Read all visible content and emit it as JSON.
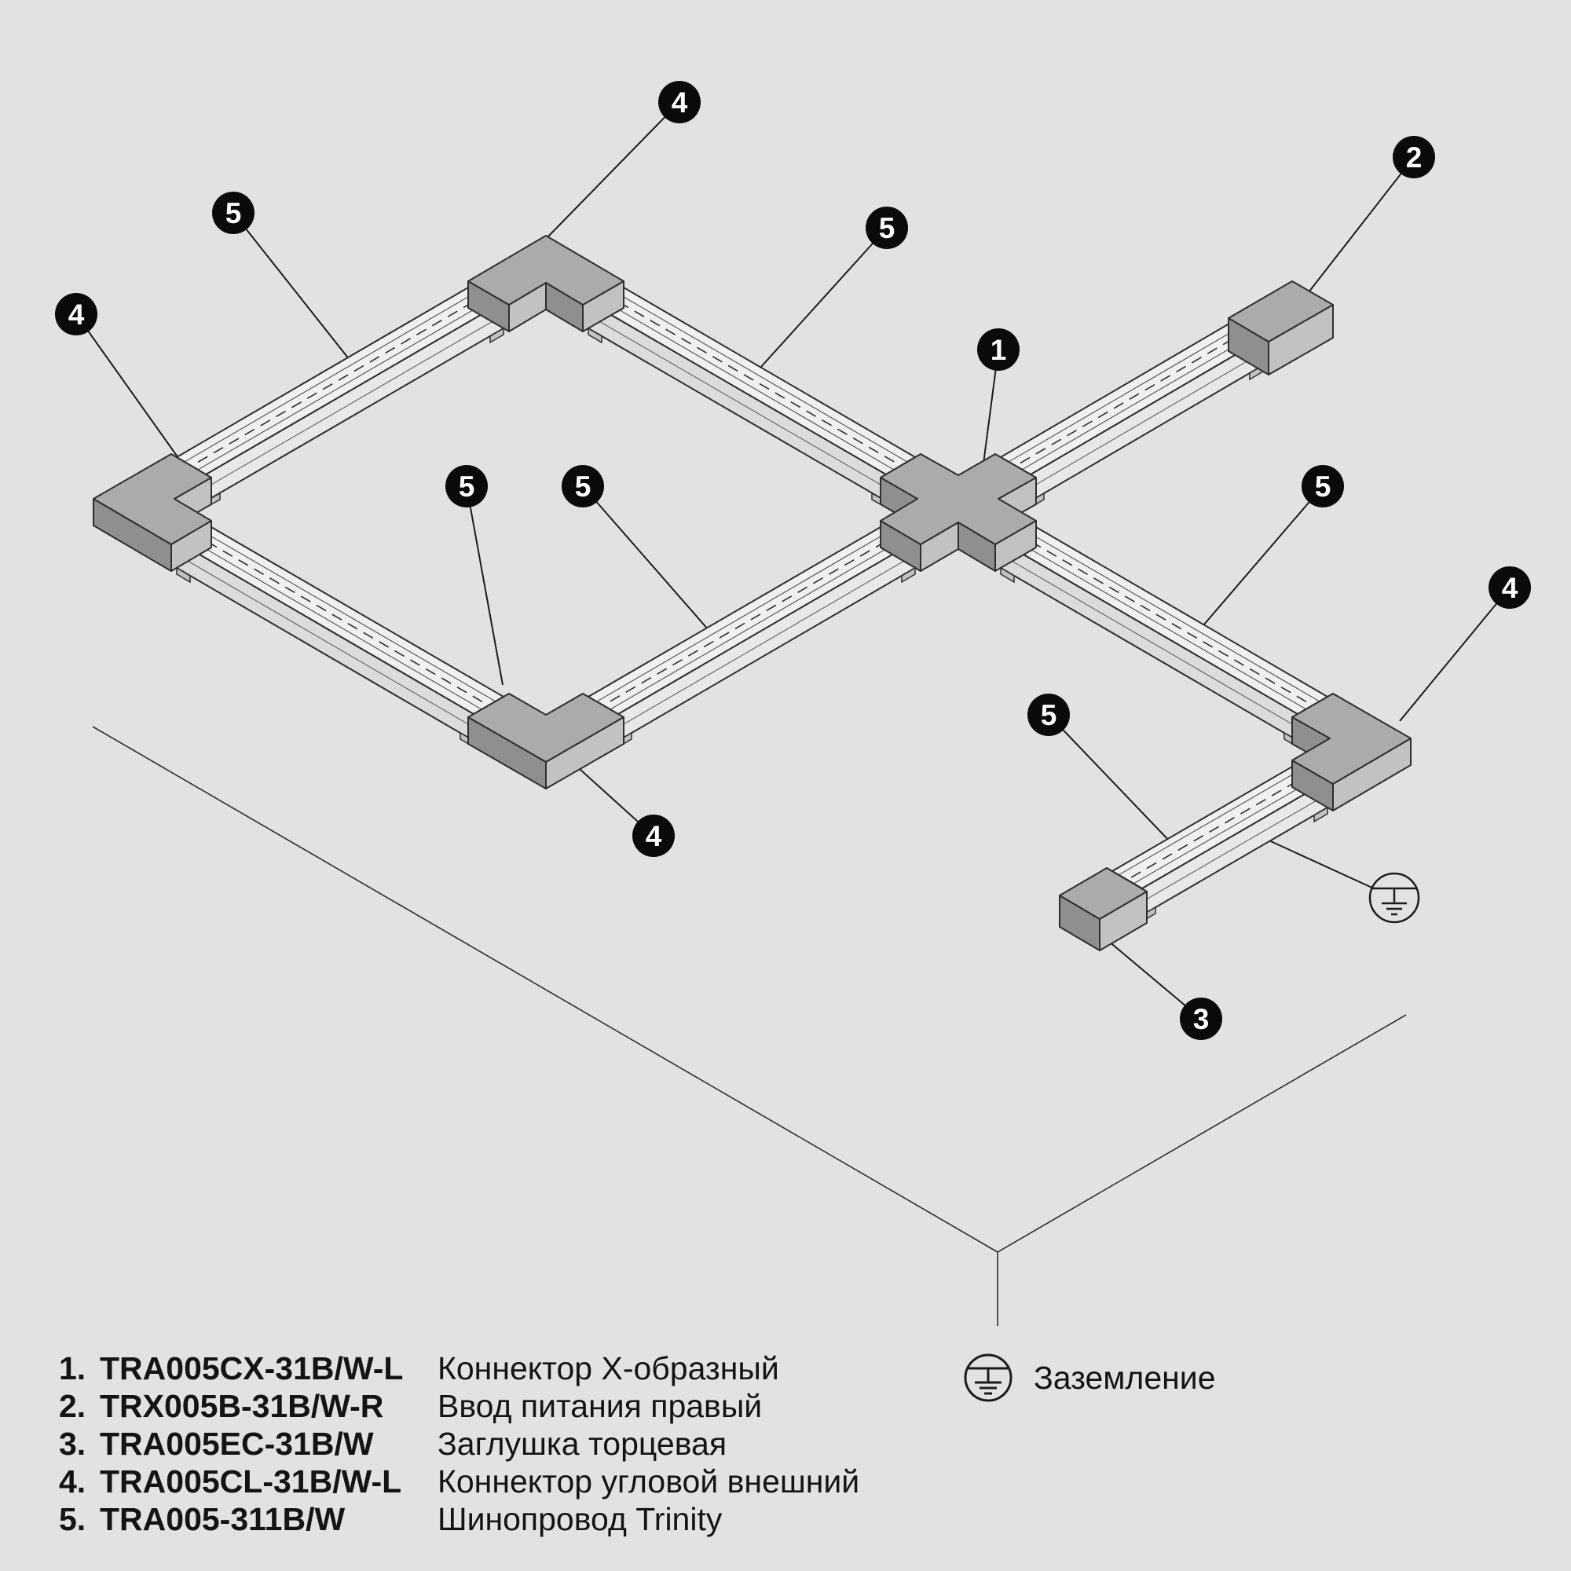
{
  "colors": {
    "background": "#e2e2e2",
    "line": "#2e2e2e",
    "connector_fill": "#ababab",
    "connector_side_light": "#c2c2c2",
    "connector_side_dark": "#8f8f8f",
    "track_fill": "#f0f0f0",
    "callout_bg": "#0a0a0a",
    "callout_text": "#ffffff"
  },
  "diagram": {
    "callouts": [
      {
        "id": "corner-top",
        "number": "4"
      },
      {
        "id": "track-top-left",
        "number": "5"
      },
      {
        "id": "corner-left",
        "number": "4"
      },
      {
        "id": "track-top-right",
        "number": "5"
      },
      {
        "id": "power-feed",
        "number": "2"
      },
      {
        "id": "x-connector",
        "number": "1"
      },
      {
        "id": "track-bottom-left",
        "number": "5"
      },
      {
        "id": "track-bottom-right",
        "number": "5"
      },
      {
        "id": "track-right",
        "number": "5"
      },
      {
        "id": "corner-right",
        "number": "4"
      },
      {
        "id": "track-end-run",
        "number": "5"
      },
      {
        "id": "corner-bottom",
        "number": "4"
      },
      {
        "id": "end-cap",
        "number": "3"
      }
    ]
  },
  "legend": {
    "items": [
      {
        "num": "1.",
        "code": "TRA005CX-31B/W-L",
        "desc": "Коннектор Х-образный"
      },
      {
        "num": "2.",
        "code": "TRX005B-31B/W-R",
        "desc": "Ввод питания правый"
      },
      {
        "num": "3.",
        "code": "TRA005EC-31B/W",
        "desc": "Заглушка торцевая"
      },
      {
        "num": "4.",
        "code": "TRA005CL-31B/W-L",
        "desc": "Коннектор угловой внешний"
      },
      {
        "num": "5.",
        "code": "TRA005-311B/W",
        "desc": "Шинопровод Trinity"
      }
    ],
    "ground": {
      "label": "Заземление"
    }
  }
}
